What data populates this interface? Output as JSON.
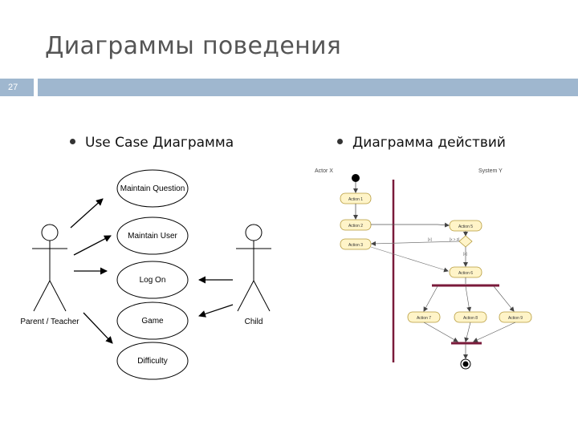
{
  "slide": {
    "title": "Диаграммы поведения",
    "number": "27"
  },
  "left": {
    "heading": "Use Case Диаграмма",
    "use_cases": [
      "Maintain Question",
      "Maintain User",
      "Log On",
      "Game",
      "Difficulty"
    ],
    "actors": [
      "Parent / Teacher",
      "Child"
    ]
  },
  "right": {
    "heading": "Диаграмма действий",
    "swimlanes": [
      "Actor X",
      "System Y"
    ],
    "actions": [
      "Action 1",
      "Action 2",
      "Action 3",
      "Action 5",
      "Action 6",
      "Action 7",
      "Action 8",
      "Action 9"
    ],
    "decision_labels": [
      "[x]",
      "[x > 2]",
      "[x]"
    ]
  }
}
